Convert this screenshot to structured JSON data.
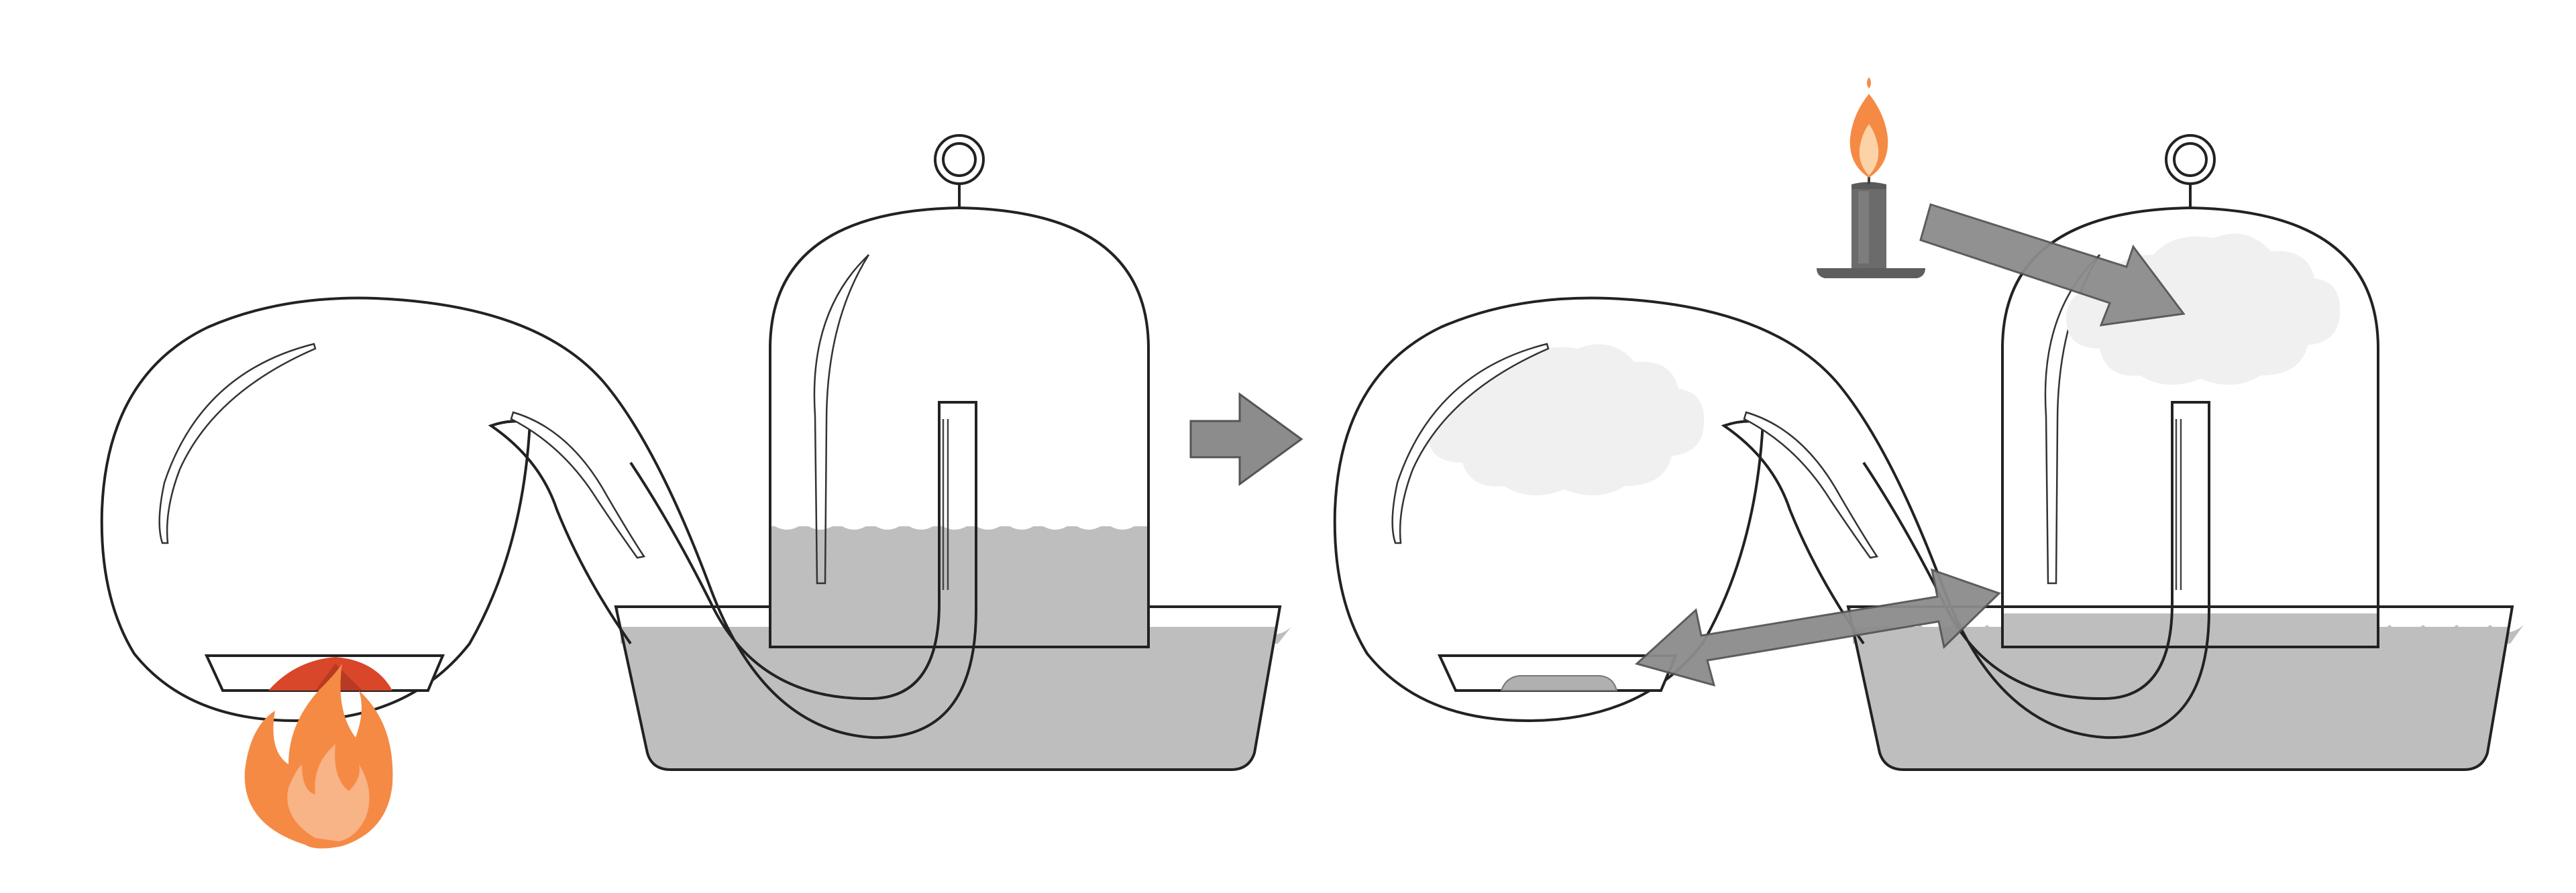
{
  "diagram": {
    "description_visible_text": "",
    "stages": [
      {
        "id": "before",
        "elements": [
          "retort-flask",
          "heating-dish",
          "flame",
          "water-trough",
          "bell-jar"
        ]
      },
      {
        "id": "after",
        "elements": [
          "retort-flask",
          "residue-dish",
          "cloud",
          "water-trough",
          "bell-jar",
          "candle"
        ]
      }
    ],
    "transition_arrow": "right-arrow-icon",
    "icons": [
      "flame-icon",
      "candle-icon",
      "cloud-icon",
      "arrow-icon",
      "double-arrow-icon"
    ]
  },
  "colors": {
    "outline": "#222222",
    "water": "#bebebe",
    "flame_outer": "#f58a45",
    "flame_inner": "#e8502a",
    "arrow": "#8c8c8c",
    "cloud": "#f0f0f0",
    "candle": "#6b6b6b",
    "heated_powder": "#d9462a",
    "residue": "#b0b0b0"
  }
}
